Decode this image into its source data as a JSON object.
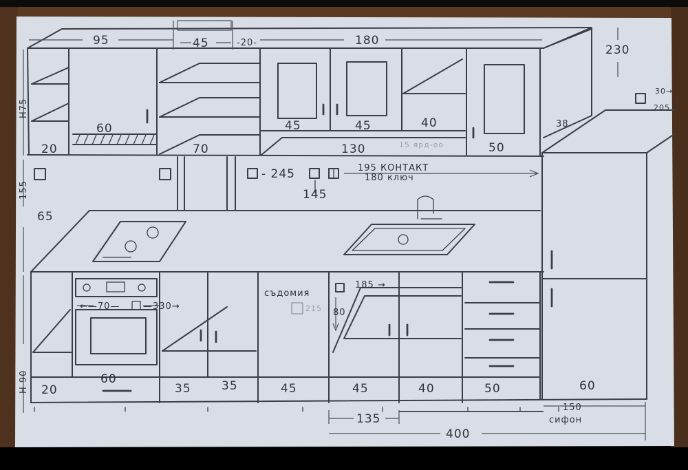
{
  "colors": {
    "wood": "#5a3a22",
    "paper": "#d9dee6",
    "pencil": "#3a3f47"
  },
  "upper": {
    "w95": "95",
    "w45": "45",
    "w20": "-20-",
    "w180": "180",
    "h230": "230",
    "h475": "H75",
    "w60": "60",
    "w20b": "20",
    "w70": "70",
    "d45a": "45",
    "d45b": "45",
    "d40": "40",
    "w130": "130",
    "w50": "50",
    "w38": "38",
    "faint": "15 ярд-оо"
  },
  "wall": {
    "h155": "155",
    "h65": "65",
    "s245": "- 245",
    "s145": "145",
    "contact": "195 КОНТАКТ",
    "switch": "180 ключ",
    "s30": "30→",
    "s205": "205"
  },
  "lower": {
    "h90": "H 90",
    "oven_dim": "←—70—",
    "oven_dim2": "—330→",
    "w20": "20",
    "w60": "60",
    "w35a": "35",
    "w35b": "35",
    "w45a": "45",
    "w45b": "45",
    "w40": "40",
    "w50": "50",
    "w60b": "60",
    "dishwasher": "съдомия",
    "d215": "215",
    "s185": "185 →",
    "s80": "80",
    "w135": "135",
    "w150": "150",
    "siphon": "сифон",
    "w400": "400"
  }
}
